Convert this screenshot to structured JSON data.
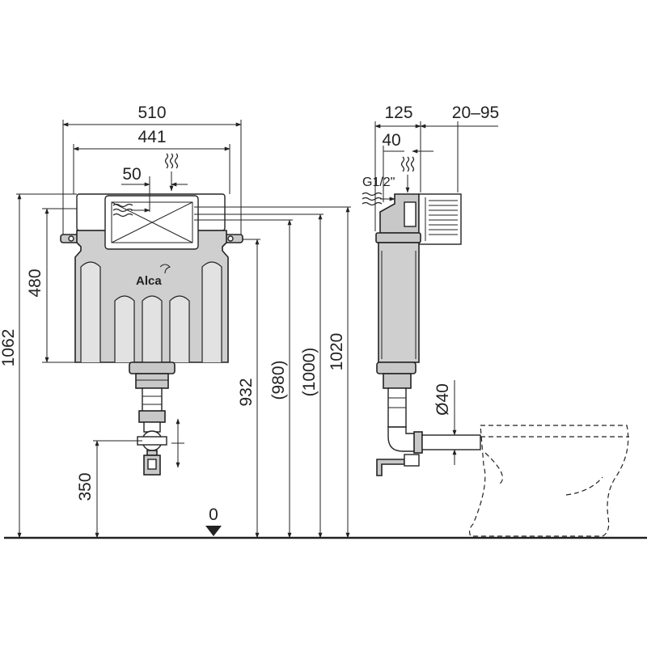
{
  "front_view": {
    "width_total": "510",
    "width_frame": "441",
    "offset_inlet": "50",
    "height_480": "480",
    "height_1062": "1062",
    "height_350": "350",
    "height_932": "932",
    "height_980": "(980)",
    "height_1000": "(1000)",
    "height_1020": "1020",
    "zero_level": "0",
    "brand": "Alca"
  },
  "side_view": {
    "depth": "125",
    "offset_40": "40",
    "wall_range": "20–95",
    "inlet_thread": "G1/2\"",
    "outlet_diameter": "Ø40"
  },
  "colors": {
    "body_fill": "#c8c8c8",
    "line": "#222222"
  }
}
